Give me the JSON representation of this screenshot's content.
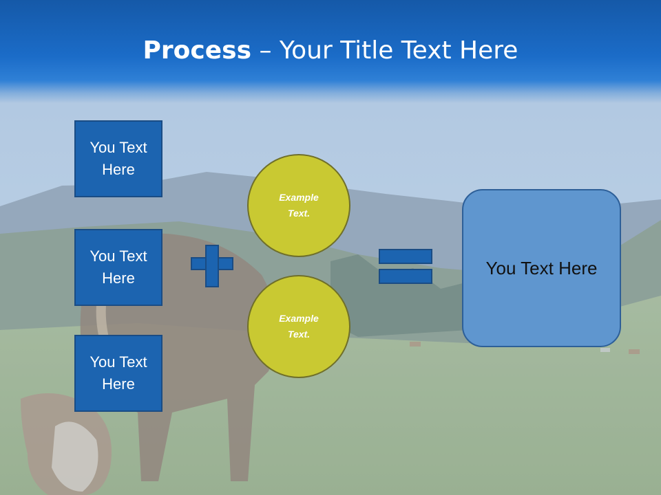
{
  "slide": {
    "title_bold": "Process",
    "title_rest": " – Your Title Text Here",
    "background_image": "cow-grazing-mountain-meadow"
  },
  "left_boxes": [
    {
      "label": "You Text Here"
    },
    {
      "label": "You Text Here"
    },
    {
      "label": "You Text Here"
    }
  ],
  "circles": [
    {
      "label": "Example Text."
    },
    {
      "label": "Example Text."
    }
  ],
  "result": {
    "label": "You Text Here"
  },
  "colors": {
    "title_bar": "#1b6cc8",
    "box_fill": "#1c64b0",
    "circle_fill": "#c9c932",
    "result_fill": "#5f96cf"
  }
}
